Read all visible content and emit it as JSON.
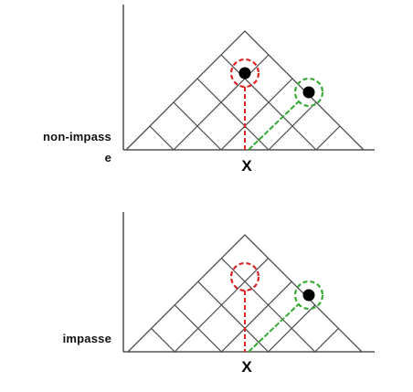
{
  "colors": {
    "grid": "#4a4a4a",
    "axis": "#333333",
    "red": "#dd2222",
    "green": "#33aa33",
    "dot": "#000000"
  },
  "panels": [
    {
      "id": "non-impasse",
      "label_lines": [
        "non-impass",
        "e"
      ],
      "x_label": "X",
      "red_dot_filled": true,
      "green_dot_filled": true
    },
    {
      "id": "impasse",
      "label_lines": [
        "impasse"
      ],
      "x_label": "X",
      "red_dot_filled": false,
      "green_dot_filled": true
    }
  ]
}
